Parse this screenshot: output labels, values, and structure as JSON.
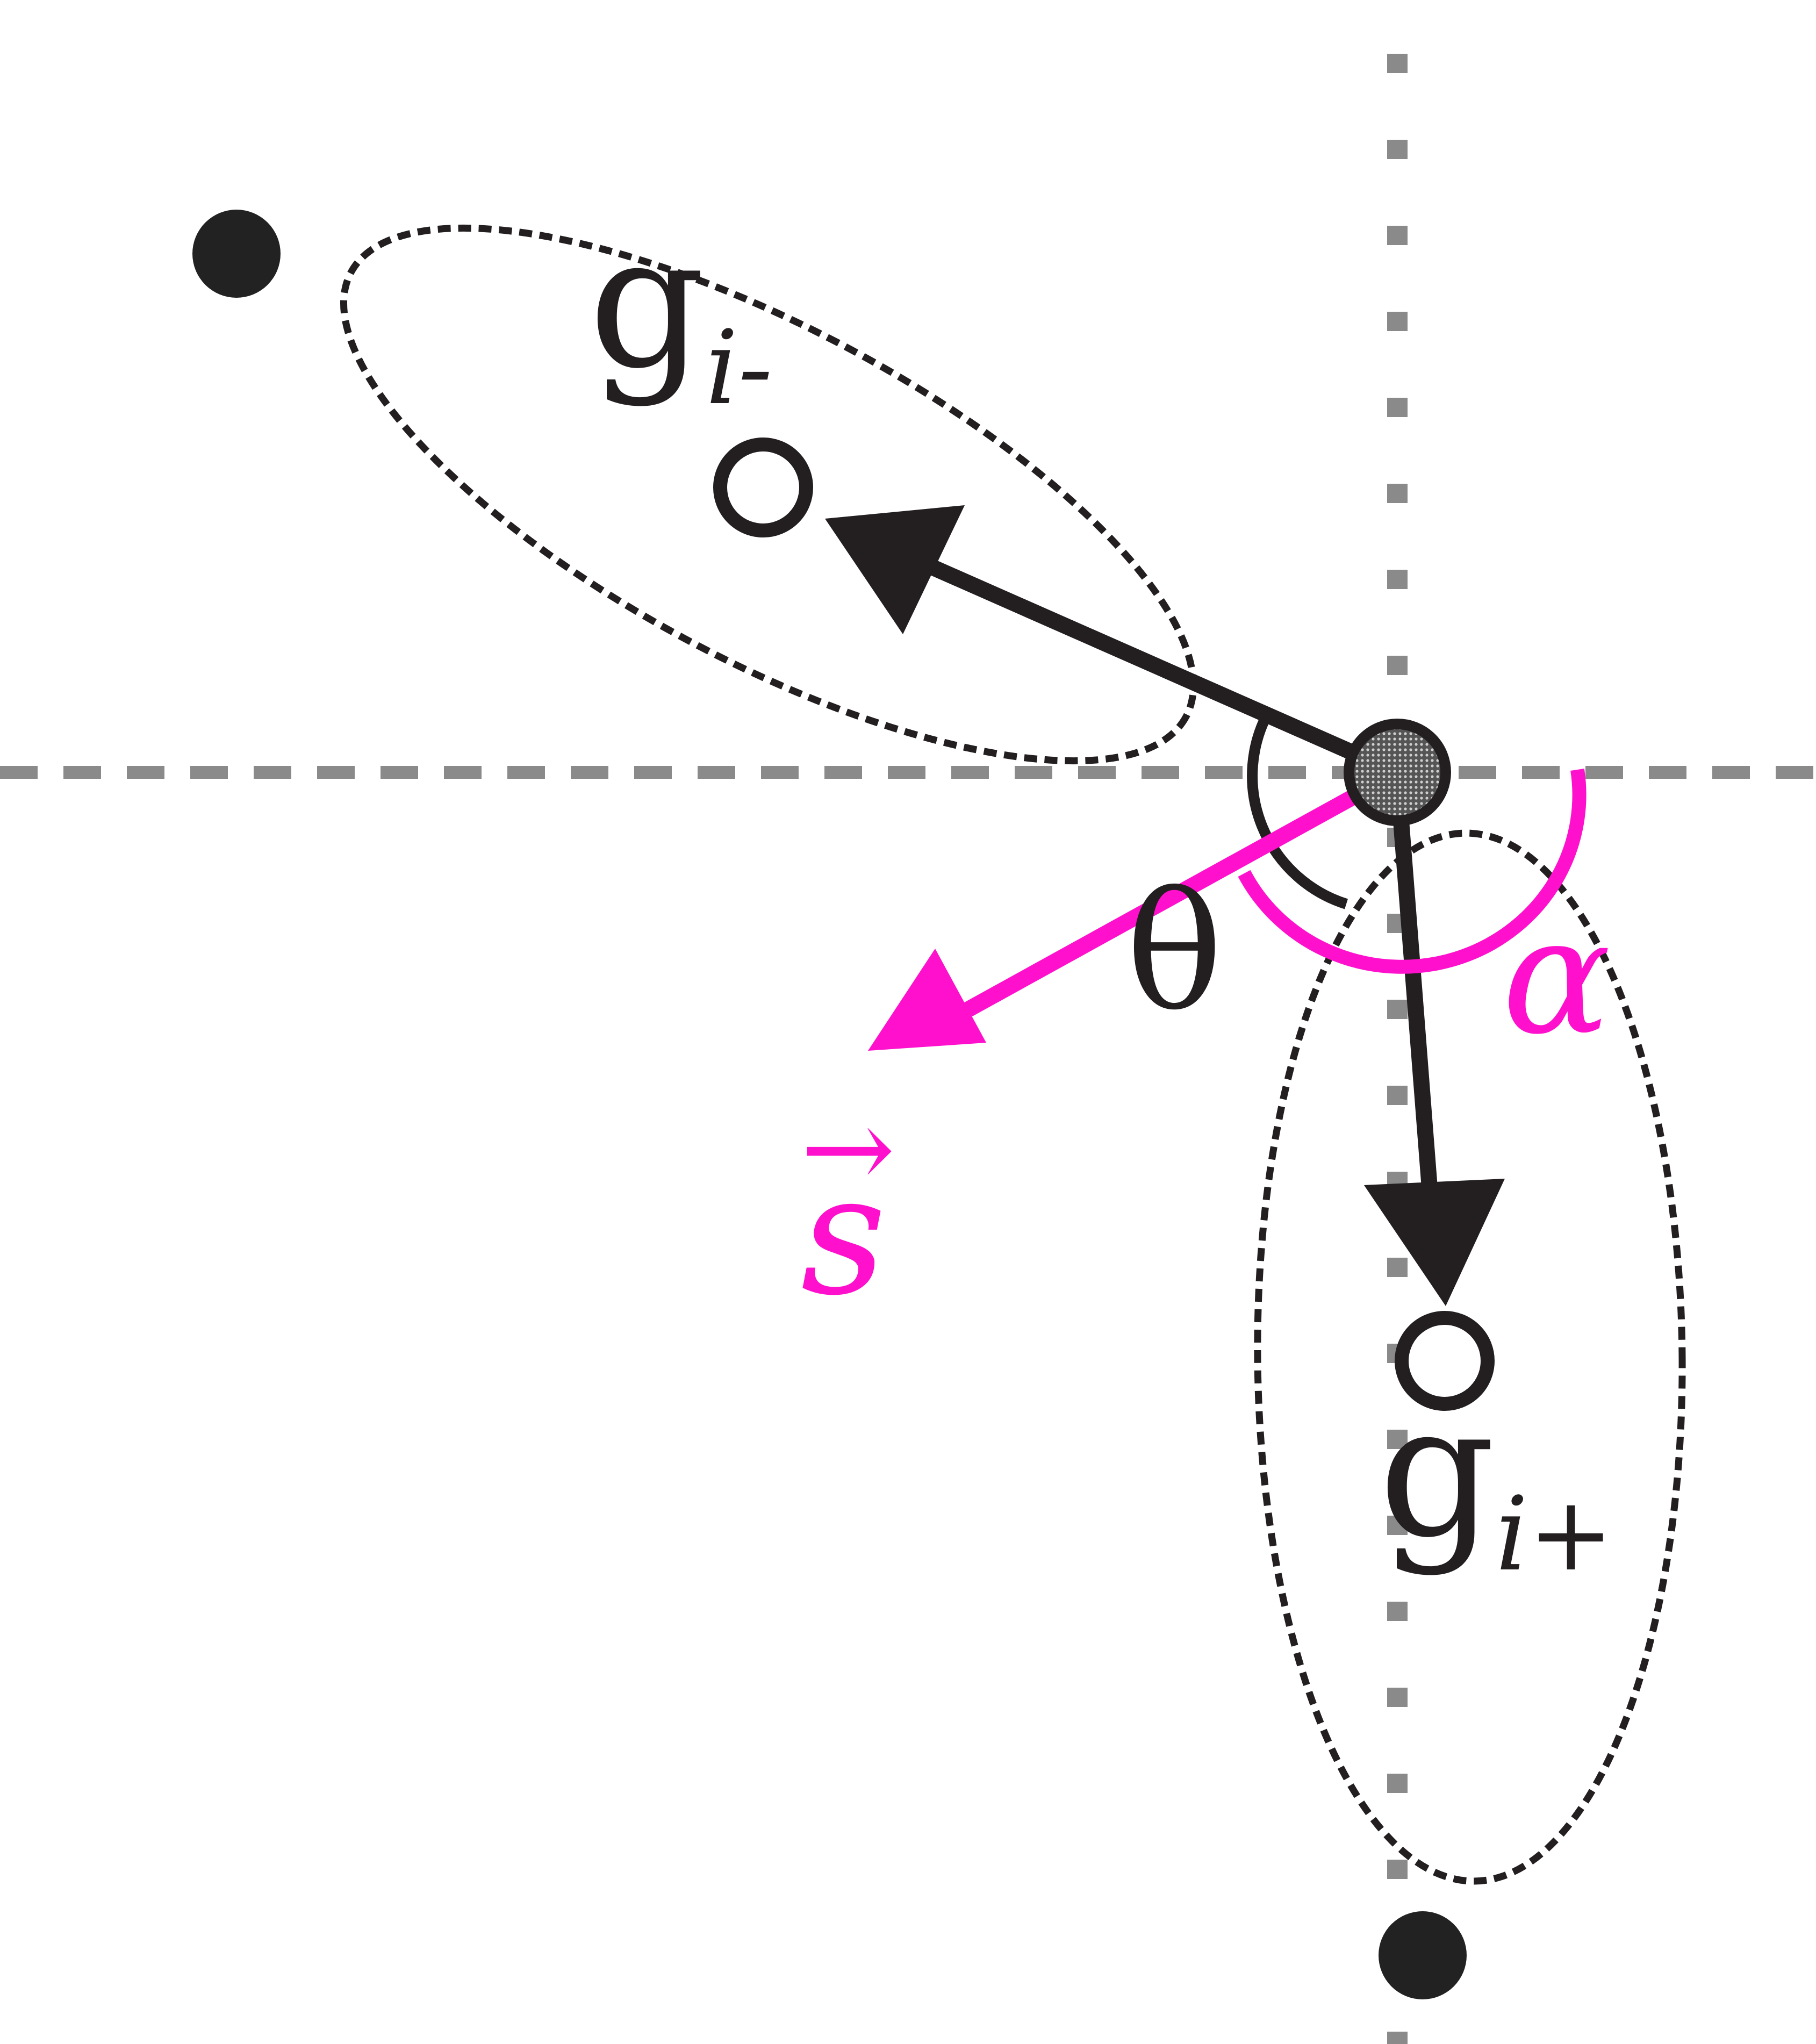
{
  "labels": {
    "g_minus_base": "g",
    "g_minus_sub": "i-",
    "g_plus_base": "g",
    "g_plus_sub": "i+",
    "theta": "θ",
    "alpha": "α",
    "vector_s": "s",
    "vector_arrow": "→"
  },
  "colors": {
    "ink": "#231f20",
    "magenta": "#ff10cc",
    "axis_gray": "#8a8a8a",
    "point_fill": "#222222"
  },
  "icons": {
    "filled_point": "filled-circle",
    "hollow_point": "hollow-circle",
    "center_point": "dotted-circle"
  }
}
